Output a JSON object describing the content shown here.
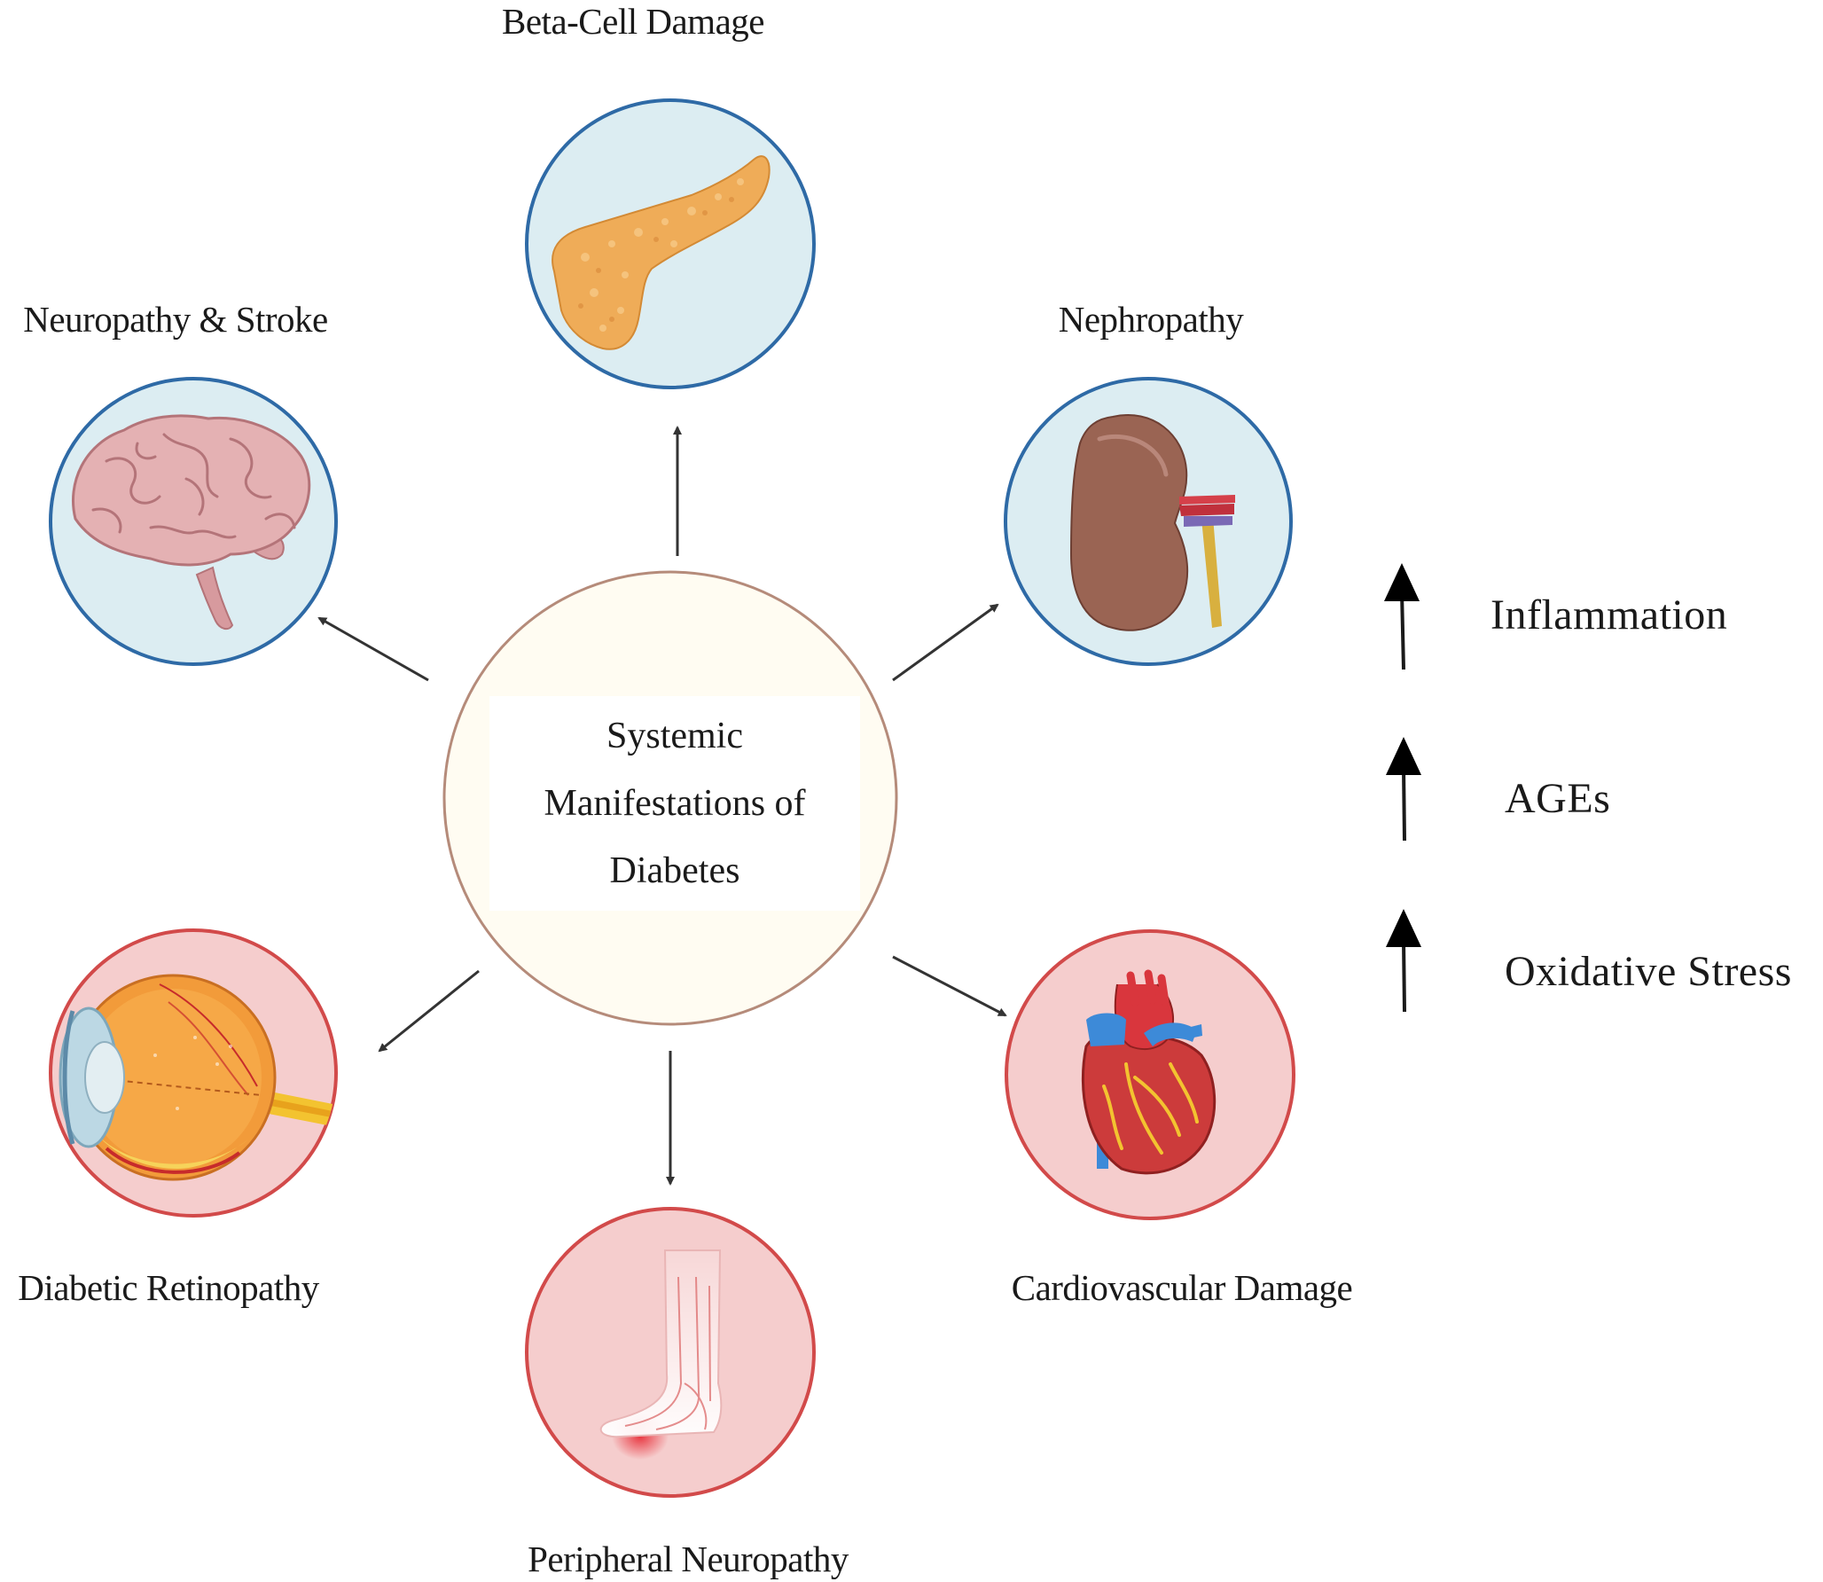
{
  "center": {
    "line1": "Systemic",
    "line2": "Manifestations of",
    "line3": "Diabetes"
  },
  "manifestations": [
    {
      "id": "pancreas",
      "label": "Beta-Cell Damage",
      "icon": "pancreas-icon"
    },
    {
      "id": "brain",
      "label": "Neuropathy & Stroke",
      "icon": "brain-icon"
    },
    {
      "id": "kidney",
      "label": "Nephropathy",
      "icon": "kidney-icon"
    },
    {
      "id": "eye",
      "label": "Diabetic Retinopathy",
      "icon": "eye-icon"
    },
    {
      "id": "heart",
      "label": "Cardiovascular Damage",
      "icon": "heart-icon"
    },
    {
      "id": "foot",
      "label": "Peripheral Neuropathy",
      "icon": "foot-icon"
    }
  ],
  "factors": [
    {
      "label": "Inflammation",
      "direction": "up"
    },
    {
      "label": "AGEs",
      "direction": "up"
    },
    {
      "label": "Oxidative Stress",
      "direction": "up"
    }
  ],
  "colors": {
    "blue_ring": "#2e6aa6",
    "blue_fill": "#dcedf2",
    "red_ring": "#d24a4a",
    "red_fill": "#f5cdcd",
    "center_ring": "#b58b7a",
    "center_fill": "#fffcf2"
  }
}
